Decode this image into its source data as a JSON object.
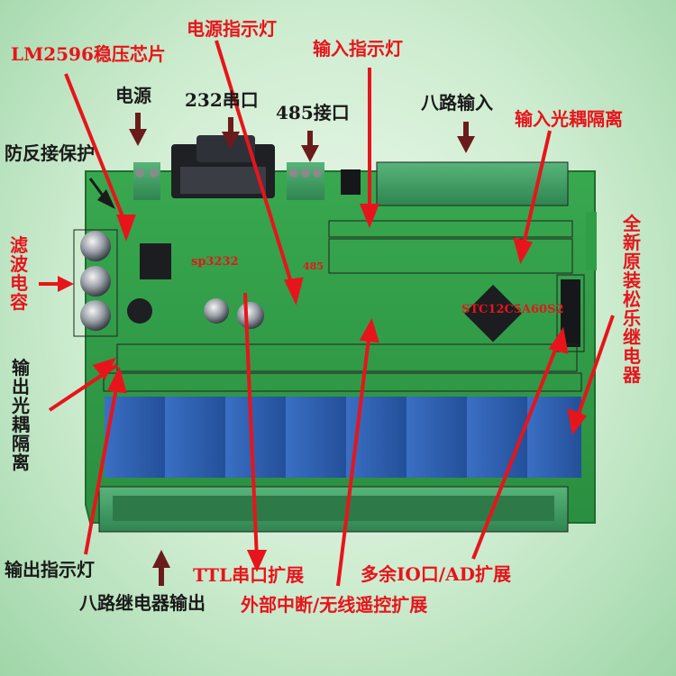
{
  "labels": {
    "lm2596": "LM2596稳压芯片",
    "power_led": "电源指示灯",
    "input_led": "输入指示灯",
    "power": "电源",
    "rs232": "232串口",
    "rs485": "485接口",
    "eight_inputs": "八路输入",
    "input_opto": "输入光耦隔离",
    "reverse_protect": "防反接保护",
    "filter_cap": "滤波电容",
    "new_relays": "全新原装松乐继电器",
    "output_opto": "输出光耦隔离",
    "output_led": "输出指示灯",
    "ttl_serial": "TTL串口扩展",
    "spare_io": "多余IO口/AD扩展",
    "eight_relay_out": "八路继电器输出",
    "ext_interrupt": "外部中断/无线遥控扩展"
  },
  "silkscreen": {
    "sp3232": "sp3232",
    "s485": "485",
    "mcu": "STC12C5A60S2"
  },
  "relays": {
    "count": 8
  },
  "colors": {
    "label_red": "#e8141b",
    "label_dark": "#1a1a1a",
    "pcb_green": "#2f9e46",
    "terminal_green": "#3c9a5a",
    "relay_blue": "#2c5fb0"
  }
}
